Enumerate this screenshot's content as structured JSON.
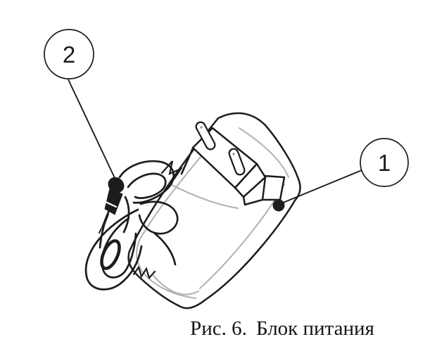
{
  "figure": {
    "caption": {
      "label": "Рис. 6.",
      "title": "Блок питания"
    },
    "callouts": [
      {
        "number": "1"
      },
      {
        "number": "2"
      }
    ],
    "colors": {
      "outline": "#1c1c1c",
      "contour": "#b4b4b4",
      "background": "#ffffff"
    }
  }
}
